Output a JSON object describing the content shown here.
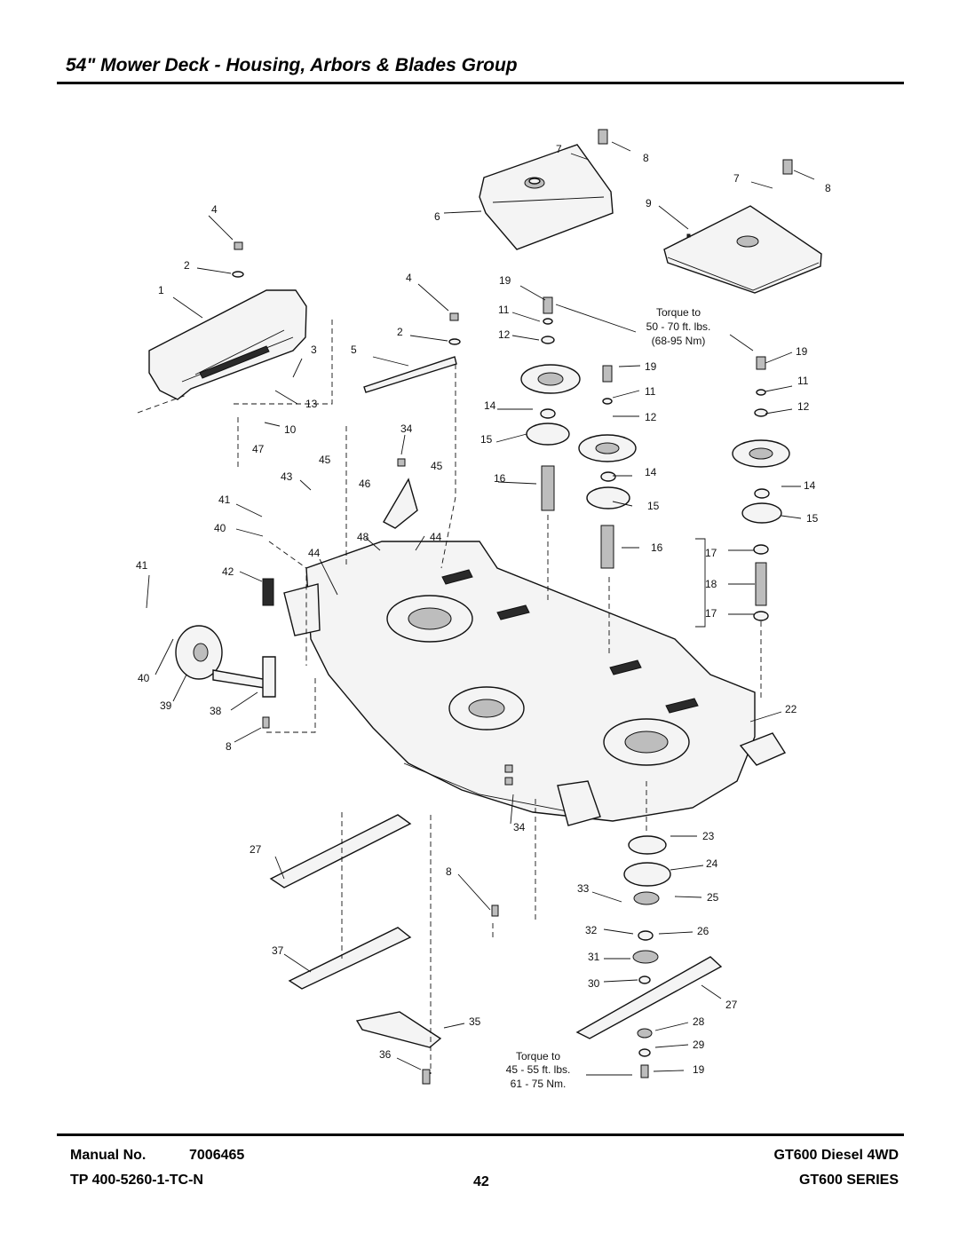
{
  "header": {
    "title": "54\" Mower Deck - Housing, Arbors & Blades Group"
  },
  "torque_notes": [
    {
      "line1": "Torque to",
      "line2": "50 - 70 ft. lbs.",
      "line3": "(68-95 Nm)"
    },
    {
      "line1": "Torque to",
      "line2": "45 - 55 ft. lbs.",
      "line3": "61 - 75 Nm."
    }
  ],
  "callouts": [
    "7",
    "8",
    "7",
    "8",
    "4",
    "6",
    "9",
    "2",
    "1",
    "4",
    "19",
    "2",
    "3",
    "5",
    "11",
    "12",
    "19",
    "11",
    "12",
    "13",
    "10",
    "14",
    "11",
    "12",
    "19",
    "34",
    "47",
    "15",
    "45",
    "43",
    "45",
    "46",
    "16",
    "14",
    "14",
    "41",
    "40",
    "48",
    "44",
    "15",
    "15",
    "17",
    "16",
    "41",
    "44",
    "42",
    "18",
    "17",
    "40",
    "39",
    "38",
    "8",
    "22",
    "27",
    "34",
    "23",
    "24",
    "8",
    "33",
    "25",
    "32",
    "26",
    "37",
    "31",
    "30",
    "27",
    "28",
    "35",
    "29",
    "36",
    "19"
  ],
  "footer": {
    "manual_label": "Manual No.",
    "manual_number": "7006465",
    "tp_number": "TP 400-5260-1-TC-N",
    "page_number": "42",
    "model_name": "GT600 Diesel 4WD",
    "series_name": "GT600 SERIES"
  }
}
